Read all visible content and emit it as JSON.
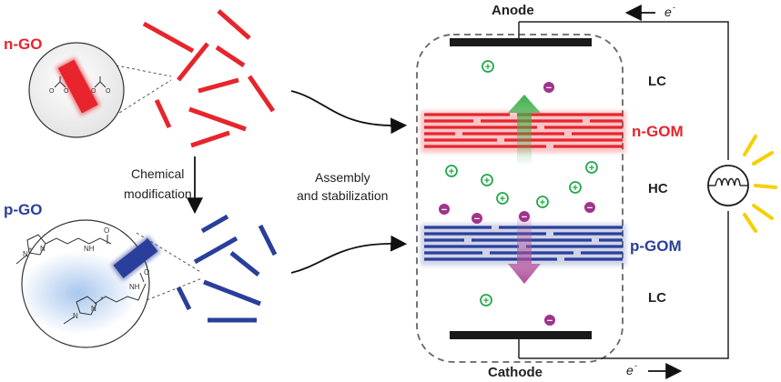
{
  "labels": {
    "n_go": "n-GO",
    "p_go": "p-GO",
    "chemical_modification": [
      "Chemical",
      "modification"
    ],
    "assembly": [
      "Assembly",
      "and stabilization"
    ],
    "anode": "Anode",
    "cathode": "Cathode",
    "electron": "e",
    "electron_sup": "-",
    "lc": "LC",
    "hc": "HC",
    "n_gom": "n-GOM",
    "p_gom": "p-GOM",
    "ion_plus": "+",
    "ion_minus": "−",
    "carboxylate": "O",
    "carboxylate_sup": "−",
    "amide_nh": "NH",
    "carbonyl_o": "O",
    "imidazolium_n": "N",
    "imidazolium_plus": "+"
  },
  "colors": {
    "red": "#e8242c",
    "blue": "#2a3f9a",
    "green_ion": "#22a84a",
    "purple_ion": "#a0338c",
    "arrow_up": "#3fae4a",
    "arrow_down": "#b0509a",
    "bulb_glow": "#f5d000"
  }
}
